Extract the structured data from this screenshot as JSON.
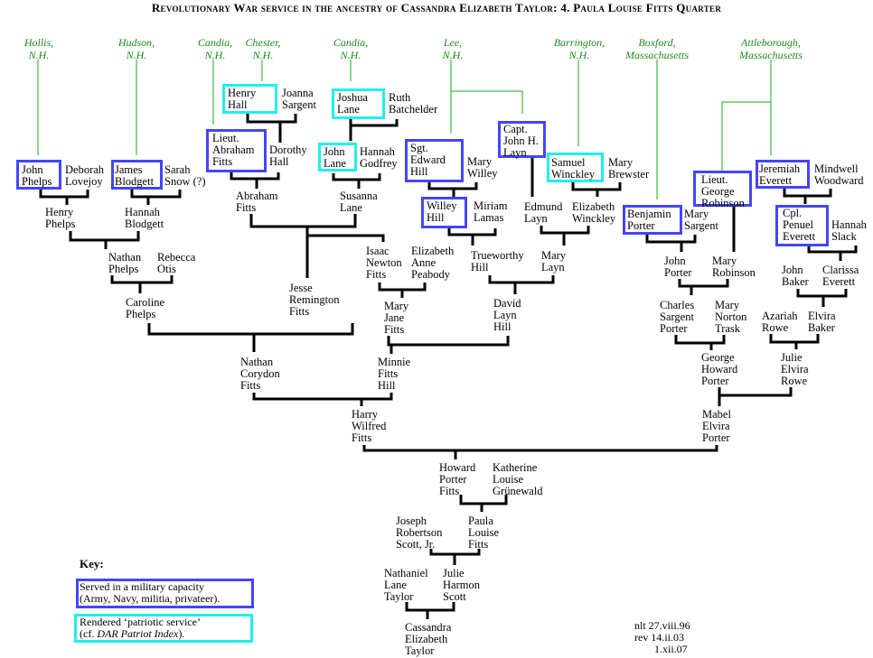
{
  "title": "Revolutionary War service in the ancestry of Cassandra Elizabeth Taylor: 4. Paula Louise Fitts Quarter",
  "colors": {
    "military": "#4444ff",
    "patriotic": "#22eeee",
    "place": "#1a8a1a",
    "line": "#000000"
  },
  "places": [
    {
      "id": "hollis",
      "text": "Hollis,\nN.H."
    },
    {
      "id": "hudson",
      "text": "Hudson,\nN.H."
    },
    {
      "id": "candia1",
      "text": "Candia,\nN.H."
    },
    {
      "id": "chester",
      "text": "Chester,\nN.H."
    },
    {
      "id": "candia2",
      "text": "Candia,\nN.H."
    },
    {
      "id": "lee",
      "text": "Lee,\nN.H."
    },
    {
      "id": "barrington",
      "text": "Barrington,\nN.H."
    },
    {
      "id": "boxford",
      "text": "Boxford,\nMassachusetts"
    },
    {
      "id": "attleborough",
      "text": "Attleborough,\nMassachusetts"
    }
  ],
  "people": [
    {
      "id": "john-phelps",
      "name": "John\nPhelps",
      "service": "military"
    },
    {
      "id": "deborah-lovejoy",
      "name": "Deborah\nLovejoy",
      "service": null
    },
    {
      "id": "james-blodgett",
      "name": "James\nBlodgett",
      "service": "military"
    },
    {
      "id": "sarah-snow",
      "name": "Sarah\nSnow (?)",
      "service": null
    },
    {
      "id": "henry-phelps",
      "name": "Henry\nPhelps",
      "service": null
    },
    {
      "id": "hannah-blodgett",
      "name": "Hannah\nBlodgett",
      "service": null
    },
    {
      "id": "henry-hall",
      "name": "Henry\nHall",
      "service": "patriotic"
    },
    {
      "id": "joanna-sargent",
      "name": "Joanna\nSargent",
      "service": null
    },
    {
      "id": "abraham-fitts-lieut",
      "name": "Lieut.\nAbraham\nFitts",
      "service": "military"
    },
    {
      "id": "dorothy-hall",
      "name": "Dorothy\nHall",
      "service": null
    },
    {
      "id": "abraham-fitts",
      "name": "Abraham\nFitts",
      "service": null
    },
    {
      "id": "joshua-lane",
      "name": "Joshua\nLane",
      "service": "patriotic"
    },
    {
      "id": "ruth-batchelder",
      "name": "Ruth\nBatchelder",
      "service": null
    },
    {
      "id": "john-lane",
      "name": "John\nLane",
      "service": "patriotic"
    },
    {
      "id": "hannah-godfrey",
      "name": "Hannah\nGodfrey",
      "service": null
    },
    {
      "id": "susanna-lane",
      "name": "Susanna\nLane",
      "service": null
    },
    {
      "id": "edward-hill",
      "name": "Sgt.\nEdward\nHill",
      "service": "military"
    },
    {
      "id": "mary-willey",
      "name": "Mary\nWilley",
      "service": null
    },
    {
      "id": "john-h-layn",
      "name": "Capt.\nJohn H.\nLayn",
      "service": "military"
    },
    {
      "id": "samuel-winckley",
      "name": "Samuel\nWinckley",
      "service": "patriotic"
    },
    {
      "id": "mary-brewster",
      "name": "Mary\nBrewster",
      "service": null
    },
    {
      "id": "willey-hill",
      "name": "Willey\nHill",
      "service": "military"
    },
    {
      "id": "miriam-lamas",
      "name": "Miriam\nLamas",
      "service": null
    },
    {
      "id": "edmund-layn",
      "name": "Edmund\nLayn",
      "service": null
    },
    {
      "id": "elizabeth-winckley",
      "name": "Elizabeth\nWinckley",
      "service": null
    },
    {
      "id": "benjamin-porter",
      "name": "Benjamin\nPorter",
      "service": "military"
    },
    {
      "id": "mary-sargent",
      "name": "Mary\nSargent",
      "service": null
    },
    {
      "id": "george-robinson",
      "name": "Lieut.\nGeorge\nRobinson",
      "service": "military"
    },
    {
      "id": "jeremiah-everett",
      "name": "Jeremiah\nEverett",
      "service": "military"
    },
    {
      "id": "mindwell-woodward",
      "name": "Mindwell\nWoodward",
      "service": null
    },
    {
      "id": "penuel-everett",
      "name": "Cpl.\nPenuel\nEverett",
      "service": "military"
    },
    {
      "id": "hannah-slack",
      "name": "Hannah\nSlack",
      "service": null
    },
    {
      "id": "nathan-phelps",
      "name": "Nathan\nPhelps",
      "service": null
    },
    {
      "id": "rebecca-otis",
      "name": "Rebecca\nOtis",
      "service": null
    },
    {
      "id": "isaac-newton-fitts",
      "name": "Isaac\nNewton\nFitts",
      "service": null
    },
    {
      "id": "elizabeth-anne-peabody",
      "name": "Elizabeth\nAnne\nPeabody",
      "service": null
    },
    {
      "id": "trueworthy-hill",
      "name": "Trueworthy\nHill",
      "service": null
    },
    {
      "id": "mary-layn",
      "name": "Mary\nLayn",
      "service": null
    },
    {
      "id": "john-porter",
      "name": "John\nPorter",
      "service": null
    },
    {
      "id": "mary-robinson",
      "name": "Mary\nRobinson",
      "service": null
    },
    {
      "id": "john-baker",
      "name": "John\nBaker",
      "service": null
    },
    {
      "id": "clarissa-everett",
      "name": "Clarissa\nEverett",
      "service": null
    },
    {
      "id": "caroline-phelps",
      "name": "Caroline\nPhelps",
      "service": null
    },
    {
      "id": "jesse-remington-fitts",
      "name": "Jesse\nRemington\nFitts",
      "service": null
    },
    {
      "id": "mary-jane-fitts",
      "name": "Mary\nJane\nFitts",
      "service": null
    },
    {
      "id": "david-layn-hill",
      "name": "David\nLayn\nHill",
      "service": null
    },
    {
      "id": "charles-sargent-porter",
      "name": "Charles\nSargent\nPorter",
      "service": null
    },
    {
      "id": "mary-norton-trask",
      "name": "Mary\nNorton\nTrask",
      "service": null
    },
    {
      "id": "azariah-rowe",
      "name": "Azariah\nRowe",
      "service": null
    },
    {
      "id": "elvira-baker",
      "name": "Elvira\nBaker",
      "service": null
    },
    {
      "id": "nathan-corydon-fitts",
      "name": "Nathan\nCorydon\nFitts",
      "service": null
    },
    {
      "id": "minnie-fitts-hill",
      "name": "Minnie\nFitts\nHill",
      "service": null
    },
    {
      "id": "george-howard-porter",
      "name": "George\nHoward\nPorter",
      "service": null
    },
    {
      "id": "julie-elvira-rowe",
      "name": "Julie\nElvira\nRowe",
      "service": null
    },
    {
      "id": "harry-wilfred-fitts",
      "name": "Harry\nWilfred\nFitts",
      "service": null
    },
    {
      "id": "mabel-elvira-porter",
      "name": "Mabel\nElvira\nPorter",
      "service": null
    },
    {
      "id": "howard-porter-fitts",
      "name": "Howard\nPorter\nFitts",
      "service": null
    },
    {
      "id": "katherine-louise-grunewald",
      "name": "Katherine\nLouise\nGrünewald",
      "service": null
    },
    {
      "id": "joseph-robertson-scott",
      "name": "Joseph\nRobertson\nScott, Jr.",
      "service": null
    },
    {
      "id": "paula-louise-fitts",
      "name": "Paula\nLouise\nFitts",
      "service": null
    },
    {
      "id": "nathaniel-lane-taylor",
      "name": "Nathaniel\nLane\nTaylor",
      "service": null
    },
    {
      "id": "julie-harmon-scott",
      "name": "Julie\nHarmon\nScott",
      "service": null
    },
    {
      "id": "cassandra-elizabeth-taylor",
      "name": "Cassandra\nElizabeth\nTaylor",
      "service": null
    }
  ],
  "key": {
    "title": "Key:",
    "military_line1": "Served in a military capacity",
    "military_line2": "(Army, Navy, militia, privateer).",
    "patriotic_line1": "Rendered ‘patriotic service’",
    "patriotic_line2_prefix": "(cf. ",
    "patriotic_line2_italic": "DAR Patriot Index",
    "patriotic_line2_suffix": ")."
  },
  "revision": {
    "line1": "nlt 27.viii.96",
    "line2": "rev 14.ii.03",
    "line3": "1.xii.07"
  }
}
